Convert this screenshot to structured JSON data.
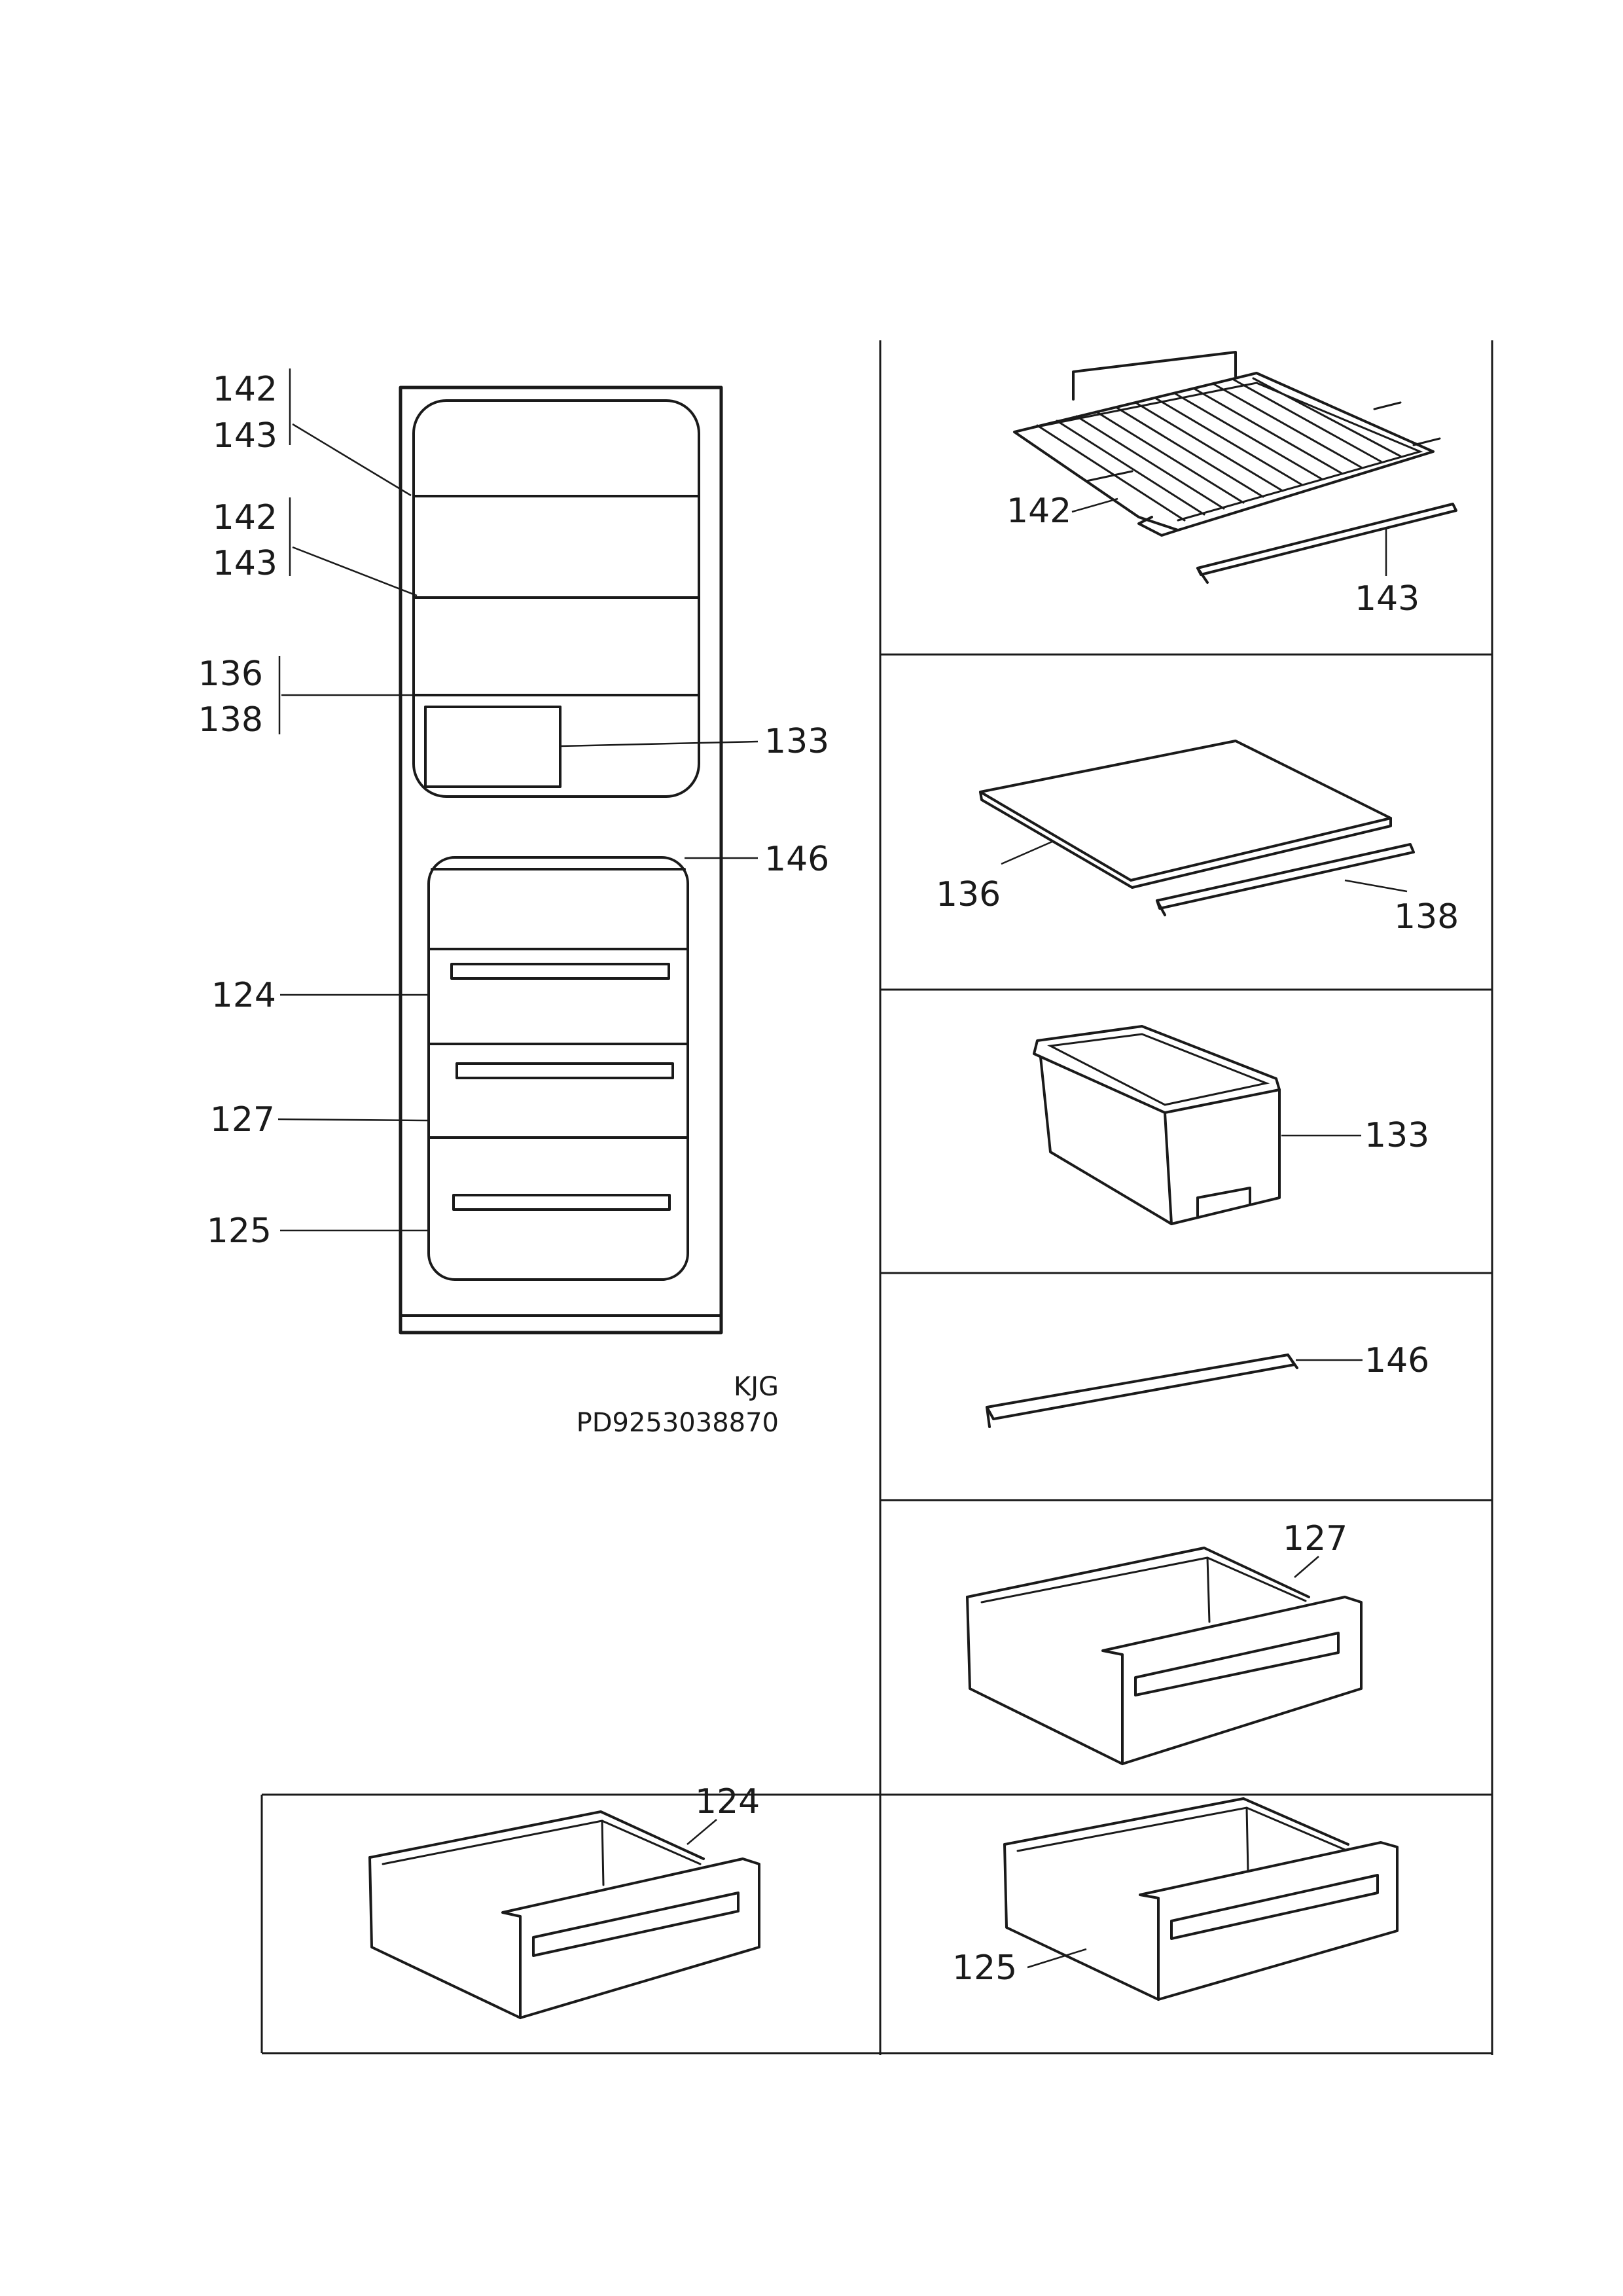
{
  "overview": {
    "callouts": {
      "shelf_top_a": "142",
      "shelf_top_b": "143",
      "shelf_mid_a": "142",
      "shelf_mid_b": "143",
      "glass_a": "136",
      "glass_b": "138",
      "box": "133",
      "strip": "146",
      "drawer_upper": "124",
      "drawer_middle": "127",
      "drawer_lower": "125"
    },
    "code_line1": "KJG",
    "code_line2": "PD9253038870"
  },
  "panels": {
    "wire_shelf": {
      "label_a": "142",
      "label_b": "143"
    },
    "glass_shelf": {
      "label_a": "136",
      "label_b": "138"
    },
    "crisper_box": {
      "label": "133"
    },
    "strip": {
      "label": "146"
    },
    "drawer_127": {
      "label": "127"
    },
    "drawer_124": {
      "label": "124"
    },
    "drawer_125": {
      "label": "125"
    }
  }
}
